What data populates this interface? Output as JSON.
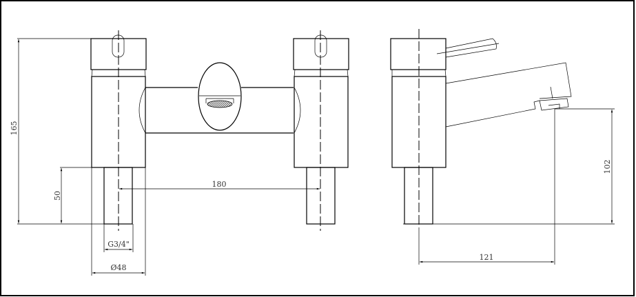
{
  "drawing": {
    "front_view": {
      "height_label": "165",
      "inlet_height_label": "50",
      "centres_label": "180",
      "thread_label": "G3/4\"",
      "diameter_label": "Ø48"
    },
    "side_view": {
      "projection_label": "121",
      "spout_height_label": "102"
    }
  }
}
